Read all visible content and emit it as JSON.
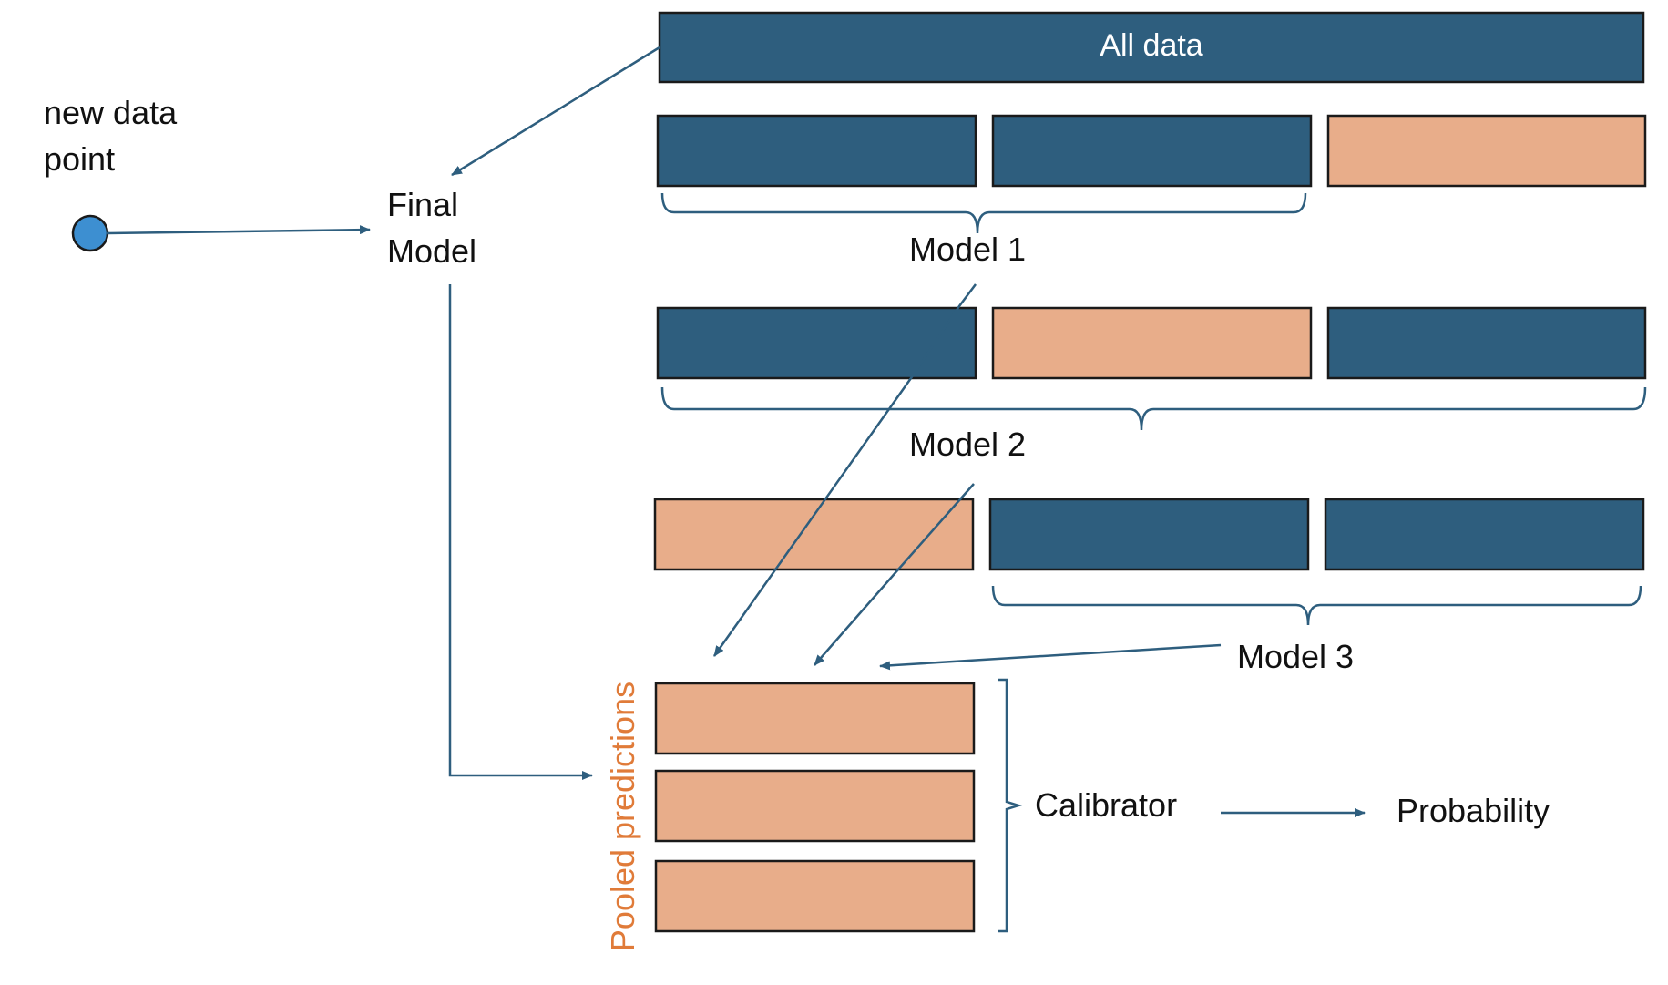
{
  "colors": {
    "dark_block": "#2e5e7e",
    "peach_block": "#e8ad8a",
    "block_border": "#1a1a1a",
    "arrow": "#2e5e7e",
    "text": "#111111",
    "pooled_label": "#e07b39",
    "point_fill": "#3d8fd1"
  },
  "labels": {
    "all_data": "All data",
    "new_data_point": [
      "new data",
      "point"
    ],
    "final_model": [
      "Final",
      "Model"
    ],
    "model_1": "Model 1",
    "model_2": "Model 2",
    "model_3": "Model 3",
    "pooled_predictions": "Pooled predictions",
    "calibrator": "Calibrator",
    "probability": "Probability"
  },
  "folds": [
    {
      "model": "Model 1",
      "blocks": [
        "train",
        "train",
        "holdout"
      ]
    },
    {
      "model": "Model 2",
      "blocks": [
        "train",
        "holdout",
        "train"
      ]
    },
    {
      "model": "Model 3",
      "blocks": [
        "holdout",
        "train",
        "train"
      ]
    }
  ],
  "pooled_blocks": 3,
  "icons": {
    "data_point": "circle-marker-icon"
  }
}
